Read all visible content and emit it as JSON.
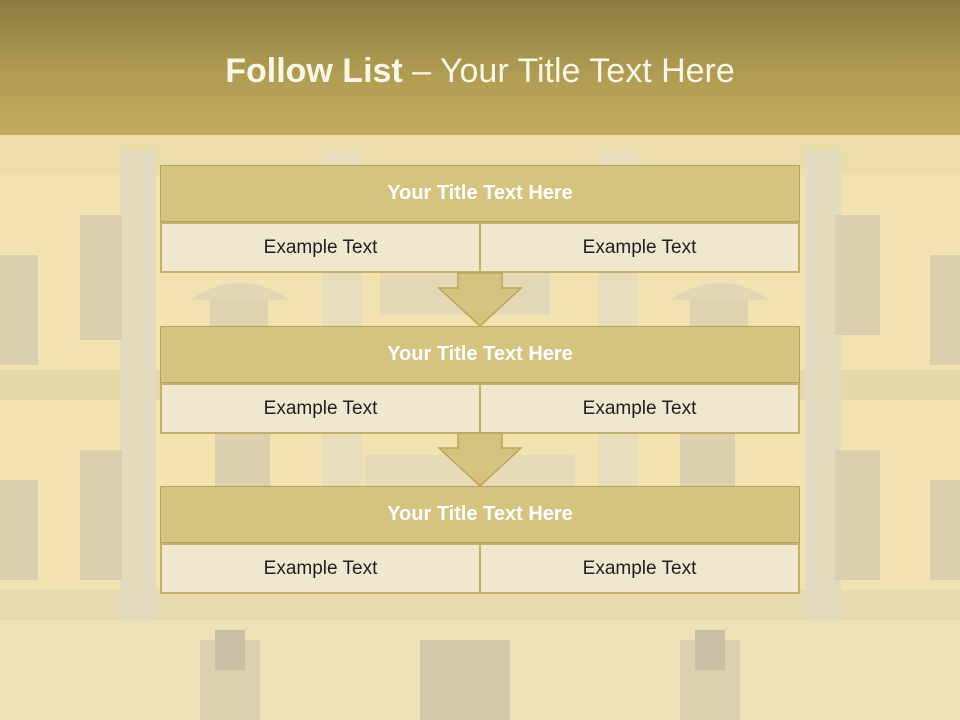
{
  "slide": {
    "title_bold": "Follow List",
    "title_sep": " – ",
    "title_rest": "Your Title Text Here"
  },
  "steps": [
    {
      "title": "Your Title Text Here",
      "left_text": "Example Text",
      "right_text": "Example Text"
    },
    {
      "title": "Your Title Text Here",
      "left_text": "Example Text",
      "right_text": "Example Text"
    },
    {
      "title": "Your Title Text Here",
      "left_text": "Example Text",
      "right_text": "Example Text"
    }
  ],
  "colors": {
    "header": "#b09c52",
    "block_title": "#d5c47f",
    "cell": "#f0e7cf",
    "arrow": "#d5c47f"
  }
}
